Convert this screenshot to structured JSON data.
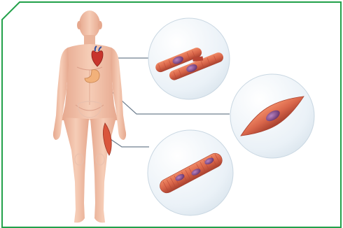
{
  "figure": {
    "frame_color": "#22a14a",
    "skin_color": "#f2c2aa",
    "skin_shadow": "#e2a58b",
    "muscle_color": "#d9664a",
    "muscle_dark": "#b84533",
    "nucleus_color": "#7c3b7b",
    "circle_fill": "#e4edf4",
    "callout_line": "#6f7f8f"
  },
  "icons": [
    "heart-icon",
    "stomach-icon",
    "thigh-muscle-icon"
  ],
  "callouts": [
    {
      "name": "cardiac-muscle-callout",
      "origin": "heart"
    },
    {
      "name": "smooth-muscle-callout",
      "origin": "stomach"
    },
    {
      "name": "skeletal-muscle-callout",
      "origin": "thigh"
    }
  ]
}
